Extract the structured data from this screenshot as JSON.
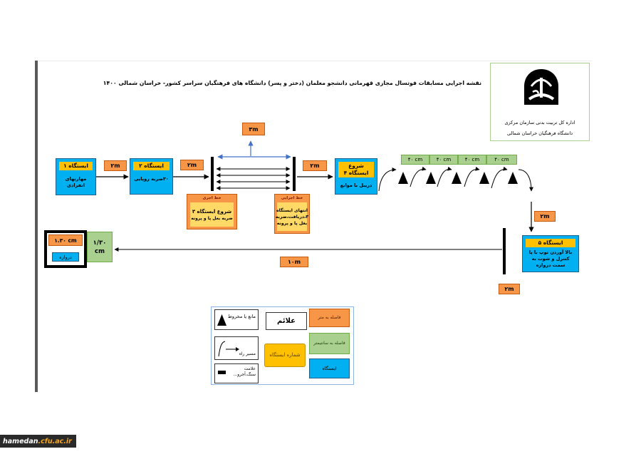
{
  "title": "نقشه اجرایی مسابقات فوتسال مجازی قهرمانی دانشجو معلمان (دختر و پسر) دانشگاه های فرهنگیان سراسر کشور- خراسان شمالی ۱۴۰۰",
  "logo": {
    "icon": "university-emblem-icon",
    "line1": "اداره کل تربیت بدنی سازمان مرکزی",
    "line2": "دانشگاه فرهنگیان خراسان شمالی"
  },
  "colors": {
    "station_blue": "#00b0f0",
    "header_yellow": "#ffc000",
    "distance_orange": "#f79646",
    "centimeter_green": "#a9d08e",
    "path_blue": "#4472c4"
  },
  "stations": [
    {
      "header": "ایستگاه ۱",
      "desc": "مهارتهای انفرادی"
    },
    {
      "header": "ایستگاه ۲",
      "desc": "۳۰ضربه روپایی"
    },
    {
      "header": "شروع ایستگاه ۴",
      "desc": "دریبل با موانع"
    },
    {
      "header": "ایستگاه ۵",
      "desc": "بالا آوردن توپ با پا کنترل و شوت به سمت دروازه"
    }
  ],
  "lines": [
    {
      "label": "خط اجری",
      "header": "شروع ایستگاه ۳",
      "desc": "ضربه بغل پا و پرونه"
    },
    {
      "label": "خط اجرایی",
      "header": "انتهای ایستگاه ۳،دریافت،ضربه بغل پا و پرونه"
    }
  ],
  "distances": {
    "station1_to_station2": "۲m",
    "station2_to_line": "۲m",
    "station3_lateral": "۳m",
    "line_to_station4": "۲m",
    "station4_to_station5": "۲m",
    "station5_to_line": "۲m",
    "shot_to_goal": "۱۰m"
  },
  "cone_spacing": [
    "۴۰ cm",
    "۴۰ cm",
    "۴۰ cm",
    "۴۰ cm"
  ],
  "goal": {
    "width_label": "۱/۳۰ cm",
    "size_label": "۱.۳۰ cm",
    "name": "دروازه"
  },
  "legend": {
    "title": "علائم",
    "cone": "مانع یا مخروط",
    "path": "مسیر راه",
    "marker": "علامت سنگ،آجرو...",
    "meters": "فاصله به متر",
    "centimeters": "فاصله به سانتیمتر",
    "station_number": "شماره ایستگاه",
    "station": "ایستگاه"
  },
  "watermark": {
    "host": "hamedan",
    "domain": ".cfu.ac.ir"
  }
}
